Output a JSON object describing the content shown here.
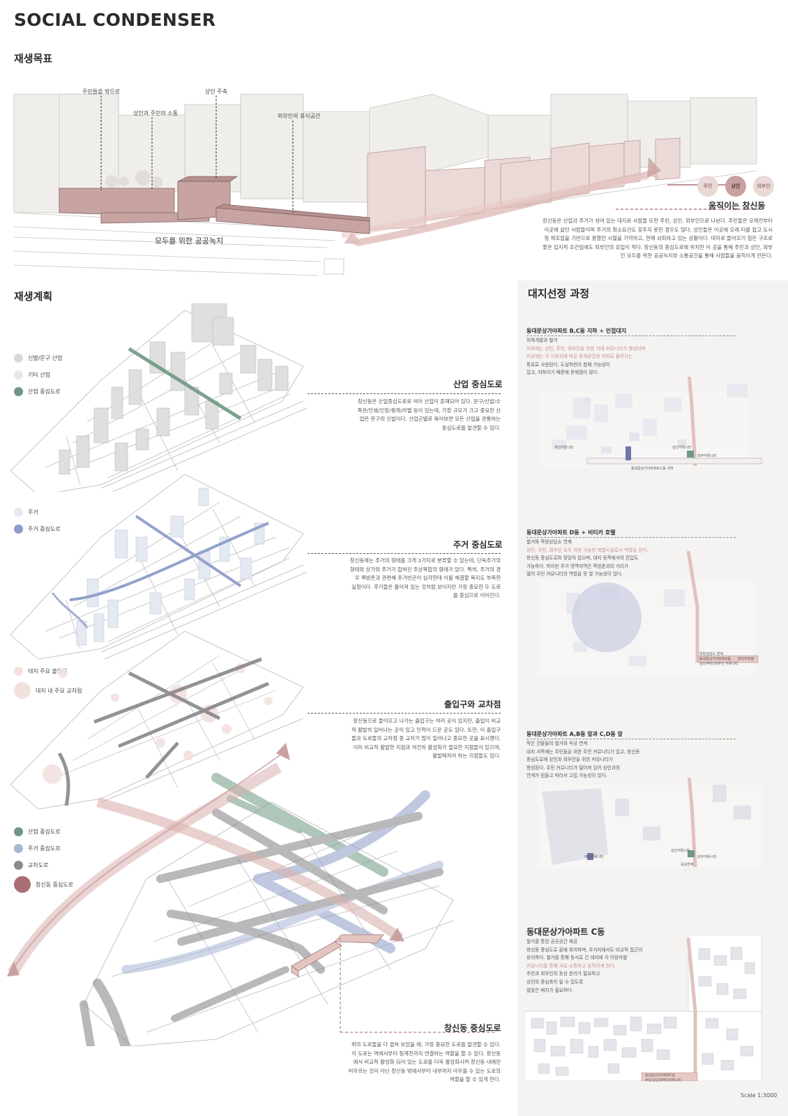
{
  "header": {
    "title": "SOCIAL CONDENSER"
  },
  "goal": {
    "heading": "재생목표",
    "callouts": {
      "residents_out": "주민들을 밖으로",
      "merchant_comm": "상인과 주민의 소통",
      "merchant_axis": "상인 주축",
      "visitor_rest": "외부인의 휴식공간"
    },
    "green_label": "모두를 위한 공공녹지",
    "nodes": [
      "주민",
      "상인",
      "외부인"
    ],
    "moving_title": "움직이는 창신동",
    "moving_paragraph": "창신동은 산업과 주거가 섞여 있는 대지로 사람들 또한 주민, 상인, 외부인으로 나뉜다. 주민들은 오래전부터 이곳에 살던 사람들이며 주거의 최소요건도 갖추지 못한 경우도 많다. 상인들은 이곳에 오래 터를 잡고 도시형 제조업을 기반으로 흥했던 시절을 기억하고, 현재 쇠퇴하고 있는 상황이다. 대지로 들어오기 힘든 구조로 좋은 입지적 조건임에도 외부인의 유입이 적다. 창신동의 중심도로에 위치한 이 곳을 통해 주민과 상인, 외부인 모두를 위한 공공녹지와 소통공간을 통해 사람들을 움직이게 만든다."
  },
  "plan": {
    "heading": "재생계획",
    "legend1": [
      "신발/문구 산업",
      "기타 산업",
      "산업 중심도로"
    ],
    "legend2": [
      "주거",
      "주거 중심도로"
    ],
    "legend3": [
      "대지 주요 출입구",
      "대지 내 주요 교차점"
    ],
    "legend4": [
      "산업 중심도로",
      "주거 중심도로",
      "교차도로",
      "창신동 중심도로"
    ],
    "s1_title": "산업 중심도로",
    "s1_text": "창신동은 산업중심도로로 여러 산업이 혼재되어 있다. 문구/신발/수족관/인쇄/인장/봉제/라벨 등이 있는데, 가장 규모가 크고 중요한 산업은 문구와 신발이다. 산업군별로 묶어보면 모든 산업을 관통하는 중심도로를 발견할 수 있다.",
    "s2_title": "주거 중심도로",
    "s2_text": "창신동에는 주거의 형태를 크게 2가지로 분류할 수 있는데, 단독주거의 형태와 상가와 주거가 합쳐진 주상복합의 형태가 있다. 특히, 주거의 경우 쪽방촌과 관련해 주거빈곤이 심각한데 이를 해결할 복지도 부족한 실정이다. 주거들은 흩어져 있는 것처럼 보이지만 가장 중요한 두 도로를 중심으로 이어진다.",
    "s3_title": "출입구와 교차점",
    "s3_text": "창신동으로 들어오고 나가는 출입구는 여러 곳이 있지만, 출입이 비교적 활발히 일어나는 곳이 있고 인적이 드문 곳도 있다. 또한, 이 출입구들과 도로들의 교차점 중 교차가 많이 일어나고 중요한 곳을 표시했다. 이미 비교적 활발한 지점과 여전히 활성화가 필요한 지점들이 있으며, 활발해져야 하는 지점들도 있다.",
    "s4_title": "창신동 중심도로",
    "s4_text": "위의 도로들을 다 겹쳐 보았을 때, 가장 중요한 도로를 발견할 수 있다. 이 도로는 역에서부터 청계천까지 연결하는 역할을 할 수 있다. 창신동에서 비교적 활성화 되어 있는 도로를 더욱 활성화시켜 창신동 내에만 머무르는 것이 아닌 창신동 밖에서부터 내부까지 아우를 수 있는 도로의 역할을 할 수 있게 한다."
  },
  "site": {
    "heading": "대지선정 과정",
    "sites": [
      {
        "title": "동대문상가아파트 B,C동 지하 + 인접대지",
        "desc": [
          "지하개발과 철거",
          "지하에는 상인, 주민, 외부인을 위한 거대 커뮤니티가 형성되며",
          "지상에는 각 이용자에 따른 휴게공간과 지하로 들어가는",
          "통로로 사용된다. 도심하천이 침체 가능성이",
          "있고, 지하이기 때문에 문제점이 많다."
        ],
        "map_labels": [
          "주민커뮤니티",
          "상인커뮤니티",
          "동대문상가아파트B,C동 지하",
          "외부커뮤니티"
        ]
      },
      {
        "title": "동대문상가아파트 D동 + 비티카 호텔",
        "desc": [
          "철거와 쪽방상담소 연계",
          "상인, 주민, 외부인 모두 이용 가능한 복합시설로서 역할을 한다.",
          "창신동 중심도로와 맞닿아 있으며, 대지 동쪽에서의 진입도",
          "가능하다. 하지만 주거 영역지역은 쪽방촌과의 거리가",
          "멀어 주민 커뮤니티의 역할을 못 할 가능성이 있다."
        ],
        "map_labels": [
          "쪽방상담소 연계",
          "동대문상가아파트D동",
          "비티카호텔",
          "상인/주민/외부인 커뮤니티"
        ]
      },
      {
        "title": "동대문상가아파트 A,B동 앞과 C,D동 앞",
        "desc": [
          "작은 건물들의 철거와 옥상 연계",
          "대지 서쪽에는 주민들을 위한 주민 커뮤니티가 있고, 창신동",
          "중심도로에 상인과 외부인을 위한 커뮤니티가",
          "형성된다. 주민 커뮤니티가 떨어져 있어 상인과의",
          "연계가 힘들고 따라서 고립 가능성이 있다."
        ],
        "map_labels": [
          "주민커뮤니티",
          "상인커뮤니티",
          "외부커뮤니티",
          "옥상연계"
        ]
      },
      {
        "title": "동대문상가아파트 C동",
        "desc": [
          "철거를 통한 공공공간 제공",
          "창신동 중심도로 끝에 위치하며, 주거지에서도 비교적 접근이",
          "용이하다. 철거를 통해 동서로 긴 대지에 각 이용자별",
          "커뮤니티를 통해 서로 소통하고 움직이게 한다.",
          "주민과 외부인의 동선 분리가 필요하고",
          "상인의 중심축이 될 수 있도록",
          "얼맞은 배치가 필요하다."
        ],
        "map_labels": [
          "동대문상가아파트C동",
          "주민/상인/외부인커뮤니티"
        ]
      }
    ],
    "scale": "Scale 1:3000"
  },
  "colors": {
    "pink": "#c9a1a1",
    "pink_light": "#ead9d7",
    "pink_dark": "#a86f72",
    "green": "#6e9882",
    "blue": "#8d9cc8",
    "gray_road": "#8a8a8f"
  },
  "chart_data": null
}
